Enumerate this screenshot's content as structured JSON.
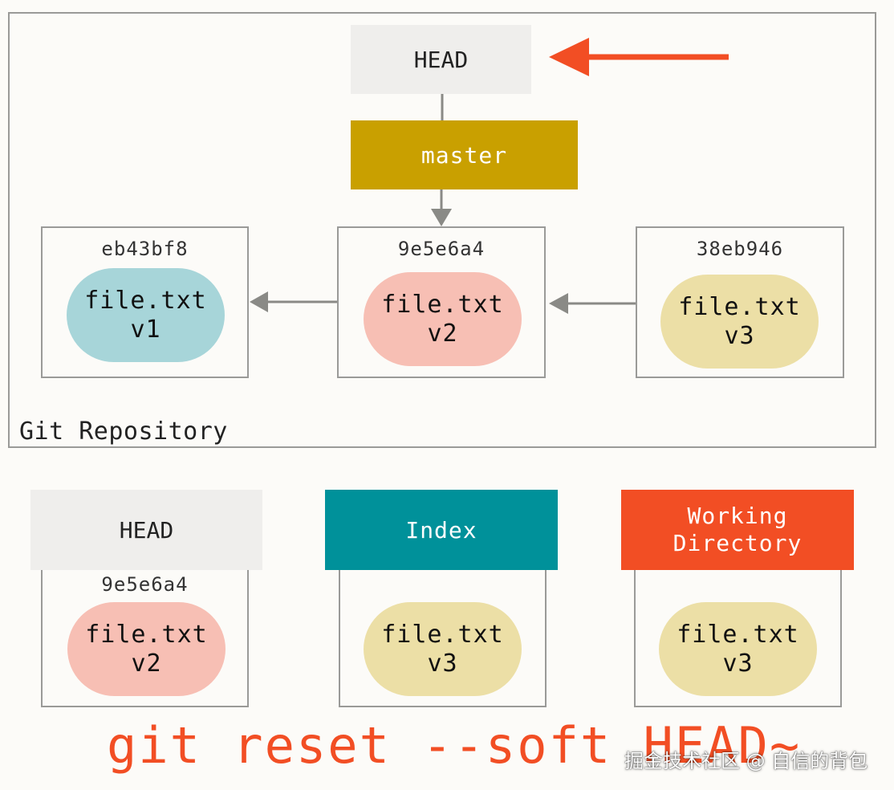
{
  "repository": {
    "label": "Git Repository",
    "head_label": "HEAD",
    "branch_label": "master",
    "commits": [
      {
        "hash": "eb43bf8",
        "file": "file.txt",
        "version": "v1",
        "color": "#a7d5d9"
      },
      {
        "hash": "9e5e6a4",
        "file": "file.txt",
        "version": "v2",
        "color": "#f7bfb4"
      },
      {
        "hash": "38eb946",
        "file": "file.txt",
        "version": "v3",
        "color": "#ecdfa6"
      }
    ]
  },
  "areas": [
    {
      "title": "HEAD",
      "hash": "9e5e6a4",
      "file": "file.txt",
      "version": "v2",
      "color": "#efeeec"
    },
    {
      "title": "Index",
      "file": "file.txt",
      "version": "v3",
      "color": "#00919a"
    },
    {
      "title": "Working\nDirectory",
      "file": "file.txt",
      "version": "v3",
      "color": "#f24e24"
    }
  ],
  "command": "git reset --soft HEAD~",
  "watermark": "掘金技术社区 @ 自信的背包",
  "colors": {
    "arrow_red": "#f24e24",
    "connector_gray": "#8a8a86",
    "master_gold": "#c9a000"
  }
}
